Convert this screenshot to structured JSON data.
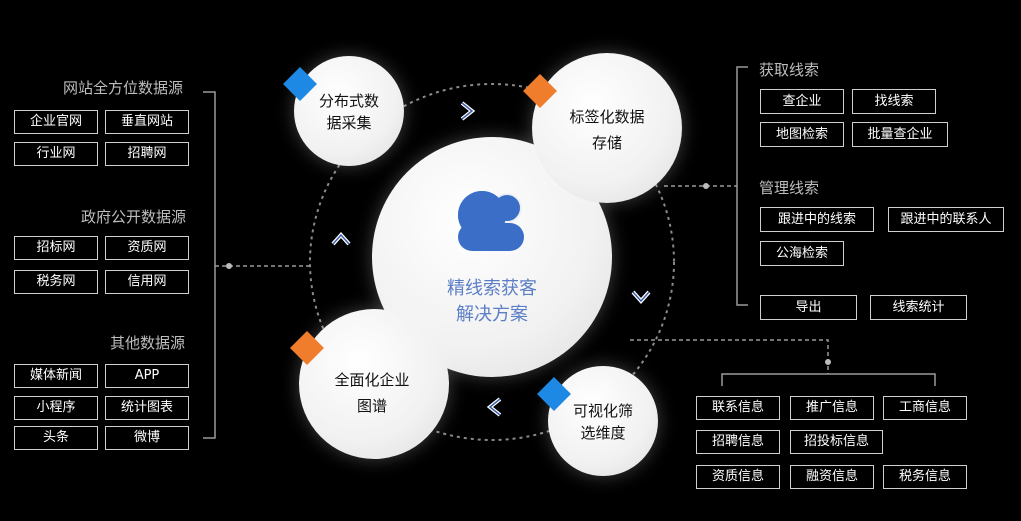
{
  "center": {
    "line1": "精线索获客",
    "line2": "解决方案",
    "icon": "cloud-icon"
  },
  "nodes": {
    "distributed": {
      "line1": "分布式数",
      "line2": "据采集",
      "accent": "#1e88e5"
    },
    "tag_storage": {
      "line1": "标签化数据",
      "line2": "存储",
      "accent": "#ef7d2b"
    },
    "visual_filter": {
      "line1": "可视化筛",
      "line2": "选维度",
      "accent": "#1e88e5"
    },
    "enterprise_graph": {
      "line1": "全面化企业",
      "line2": "图谱",
      "accent": "#ef7d2b"
    }
  },
  "left": {
    "group1": {
      "title": "网站全方位数据源",
      "items": [
        "企业官网",
        "垂直网站",
        "行业网",
        "招聘网"
      ]
    },
    "group2": {
      "title": "政府公开数据源",
      "items": [
        "招标网",
        "资质网",
        "税务网",
        "信用网"
      ]
    },
    "group3": {
      "title": "其他数据源",
      "items": [
        "媒体新闻",
        "APP",
        "小程序",
        "统计图表",
        "头条",
        "微博"
      ]
    }
  },
  "right": {
    "acquire": {
      "title": "获取线索",
      "items": [
        "查企业",
        "找线索",
        "地图检索",
        "批量查企业"
      ]
    },
    "manage": {
      "title": "管理线索",
      "items": [
        "跟进中的线索",
        "跟进中的联系人",
        "公海检索"
      ]
    },
    "extra": [
      "导出",
      "线索统计"
    ]
  },
  "dimensions": [
    "联系信息",
    "推广信息",
    "工商信息",
    "招聘信息",
    "招投标信息",
    "资质信息",
    "融资信息",
    "税务信息"
  ],
  "colors": {
    "background": "#000000",
    "blue": "#1e88e5",
    "orange": "#ef7d2b",
    "center_text": "#5b7ec6"
  }
}
